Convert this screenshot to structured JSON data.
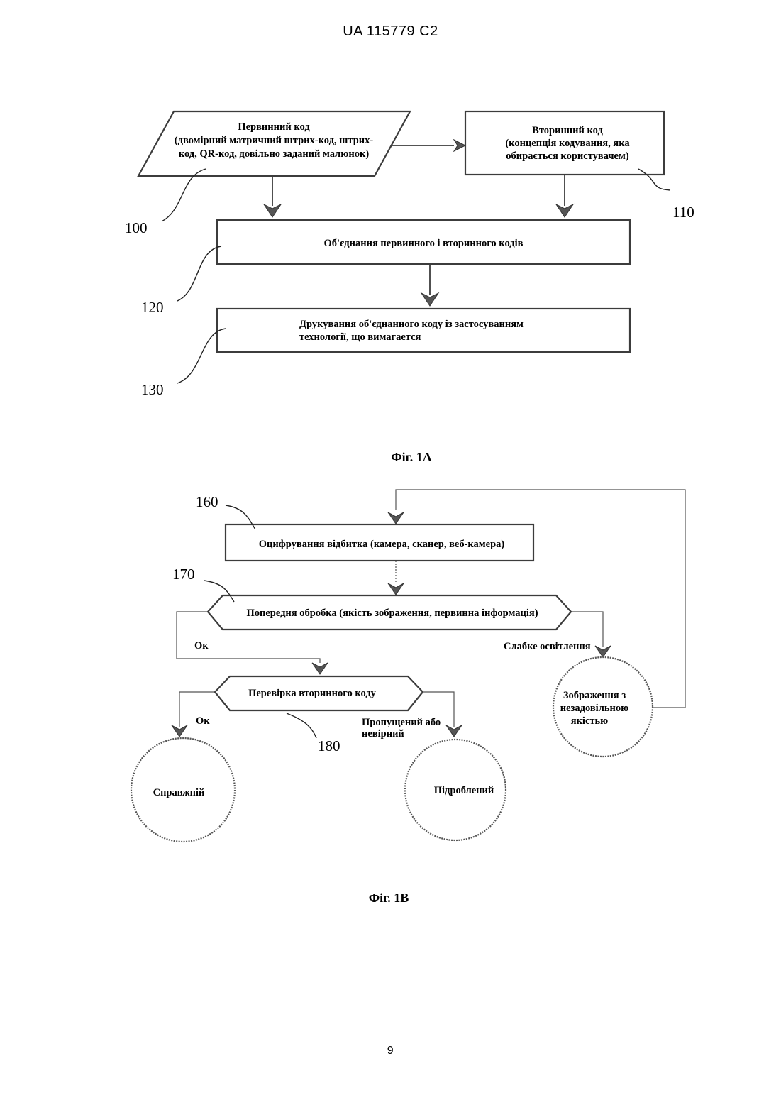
{
  "header": {
    "doc_number": "UA   115779   C2"
  },
  "fig1a": {
    "caption": "Фіг. 1А",
    "primary": {
      "ref": "100",
      "lines": [
        "Первинний код",
        "(двомірний матричний штрих-код, штрих-",
        "код, QR-код, довільно заданий малюнок)"
      ]
    },
    "secondary": {
      "ref": "110",
      "lines": [
        "Вторинний код",
        "(концепція кодування, яка",
        "обирається користувачем)"
      ]
    },
    "combine": {
      "ref": "120",
      "lines": [
        "Об'єднання первинного і вторинного кодів"
      ]
    },
    "print": {
      "ref": "130",
      "lines": [
        "Друкування об'єднанного коду із застосуванням",
        "технології, що вимагается"
      ]
    }
  },
  "fig1b": {
    "caption": "Фіг. 1В",
    "digitize": {
      "ref": "160",
      "lines": [
        "Оцифрування відбитка (камера, сканер, веб-камера)"
      ]
    },
    "preprocess": {
      "ref": "170",
      "lines": [
        "Попередня обробка (якість зображення, первинна інформація)"
      ]
    },
    "check": {
      "ref": "180",
      "lines": [
        "Перевірка вторинного коду"
      ]
    },
    "labels": {
      "ok_pre": "Ок",
      "weak_light": "Слабке освітлення",
      "ok_check": "Ок",
      "missing_line1": "Пропущений або",
      "missing_line2": "невірний"
    },
    "genuine": {
      "lines": [
        "Справжній"
      ]
    },
    "counterfeit": {
      "lines": [
        "Підроблений"
      ]
    },
    "bad_image": {
      "lines": [
        "Зображення з",
        "незадовільною",
        "якістью"
      ]
    }
  },
  "footer": {
    "page_number": "9"
  }
}
